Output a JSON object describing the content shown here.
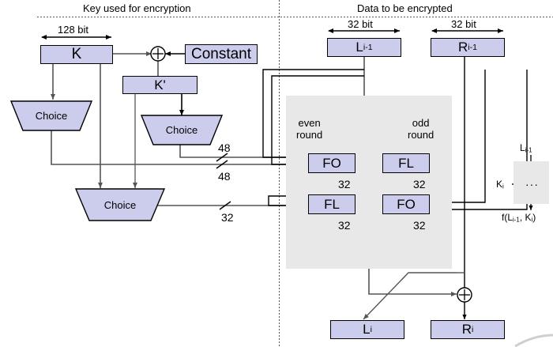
{
  "diagram": {
    "title_left": "Key used for encryption",
    "title_right": "Data to be encrypted",
    "key_side": {
      "width_label": "128 bit",
      "k_box": "K",
      "constant_box": "Constant",
      "kprime_box": "K'",
      "xor_symbol": "⊕",
      "choice_1": "Choice",
      "choice_2": "Choice",
      "choice_3": "Choice",
      "wire_label_48_a": "48",
      "wire_label_48_b": "48",
      "wire_label_32": "32"
    },
    "data_side": {
      "left_width_label": "32 bit",
      "right_width_label": "32 bit",
      "left_in": "L",
      "left_in_sub": "i-1",
      "right_in": "R",
      "right_in_sub": "i-1",
      "even_round_label_line1": "even",
      "even_round_label_line2": "round",
      "odd_round_label_line1": "odd",
      "odd_round_label_line2": "round",
      "fo_top": "FO",
      "fl_top": "FL",
      "fl_bottom": "FL",
      "fo_bottom": "FO",
      "bits_fo_top": "32",
      "bits_fl_top": "32",
      "bits_fl_bottom": "32",
      "bits_fo_bottom": "32",
      "xor_symbol": "⊕",
      "left_out": "L",
      "left_out_sub": "i",
      "right_out": "R",
      "right_out_sub": "i"
    },
    "legend": {
      "input_label": "L",
      "input_sub": "i-1",
      "key_label": "K",
      "key_sub": "i",
      "body_symbol": "···",
      "output_label": "f(L",
      "output_sub1": "i-1",
      "output_mid": ", K",
      "output_sub2": "i",
      "output_end": ")"
    },
    "colors": {
      "box_fill": "#ccccec",
      "box_stroke": "#000000",
      "gray_panel": "#e8e8e8",
      "wire_dark": "#000000",
      "wire_gray": "#808080",
      "background": "#ffffff"
    }
  }
}
